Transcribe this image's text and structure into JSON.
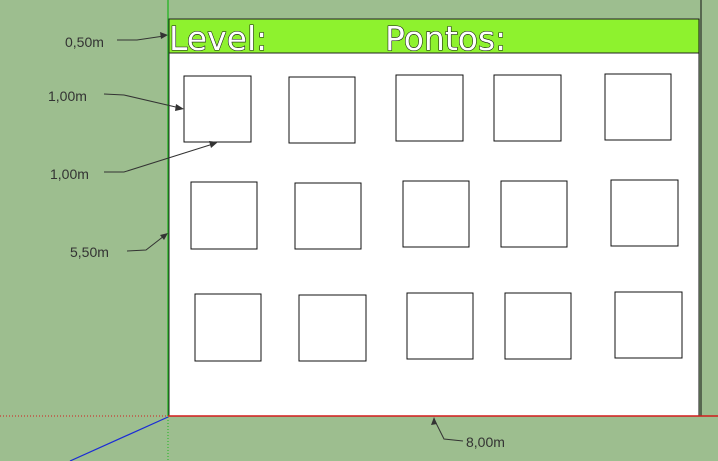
{
  "colors": {
    "background": "#9dbe8f",
    "board": "#ffffff",
    "header_bar": "#8ef22e",
    "green_axis": "#1bb51b",
    "red_axis": "#d21c1c",
    "blue_axis": "#1a2bd6",
    "dimension_line": "#333333"
  },
  "header": {
    "level_label": "Level:",
    "points_label": "Pontos:"
  },
  "grid": {
    "rows": 3,
    "columns": 5
  },
  "dimensions": {
    "header_height": "0,50m",
    "square_width": "1,00m",
    "square_height": "1,00m",
    "board_height": "5,50m",
    "board_width": "8,00m"
  }
}
